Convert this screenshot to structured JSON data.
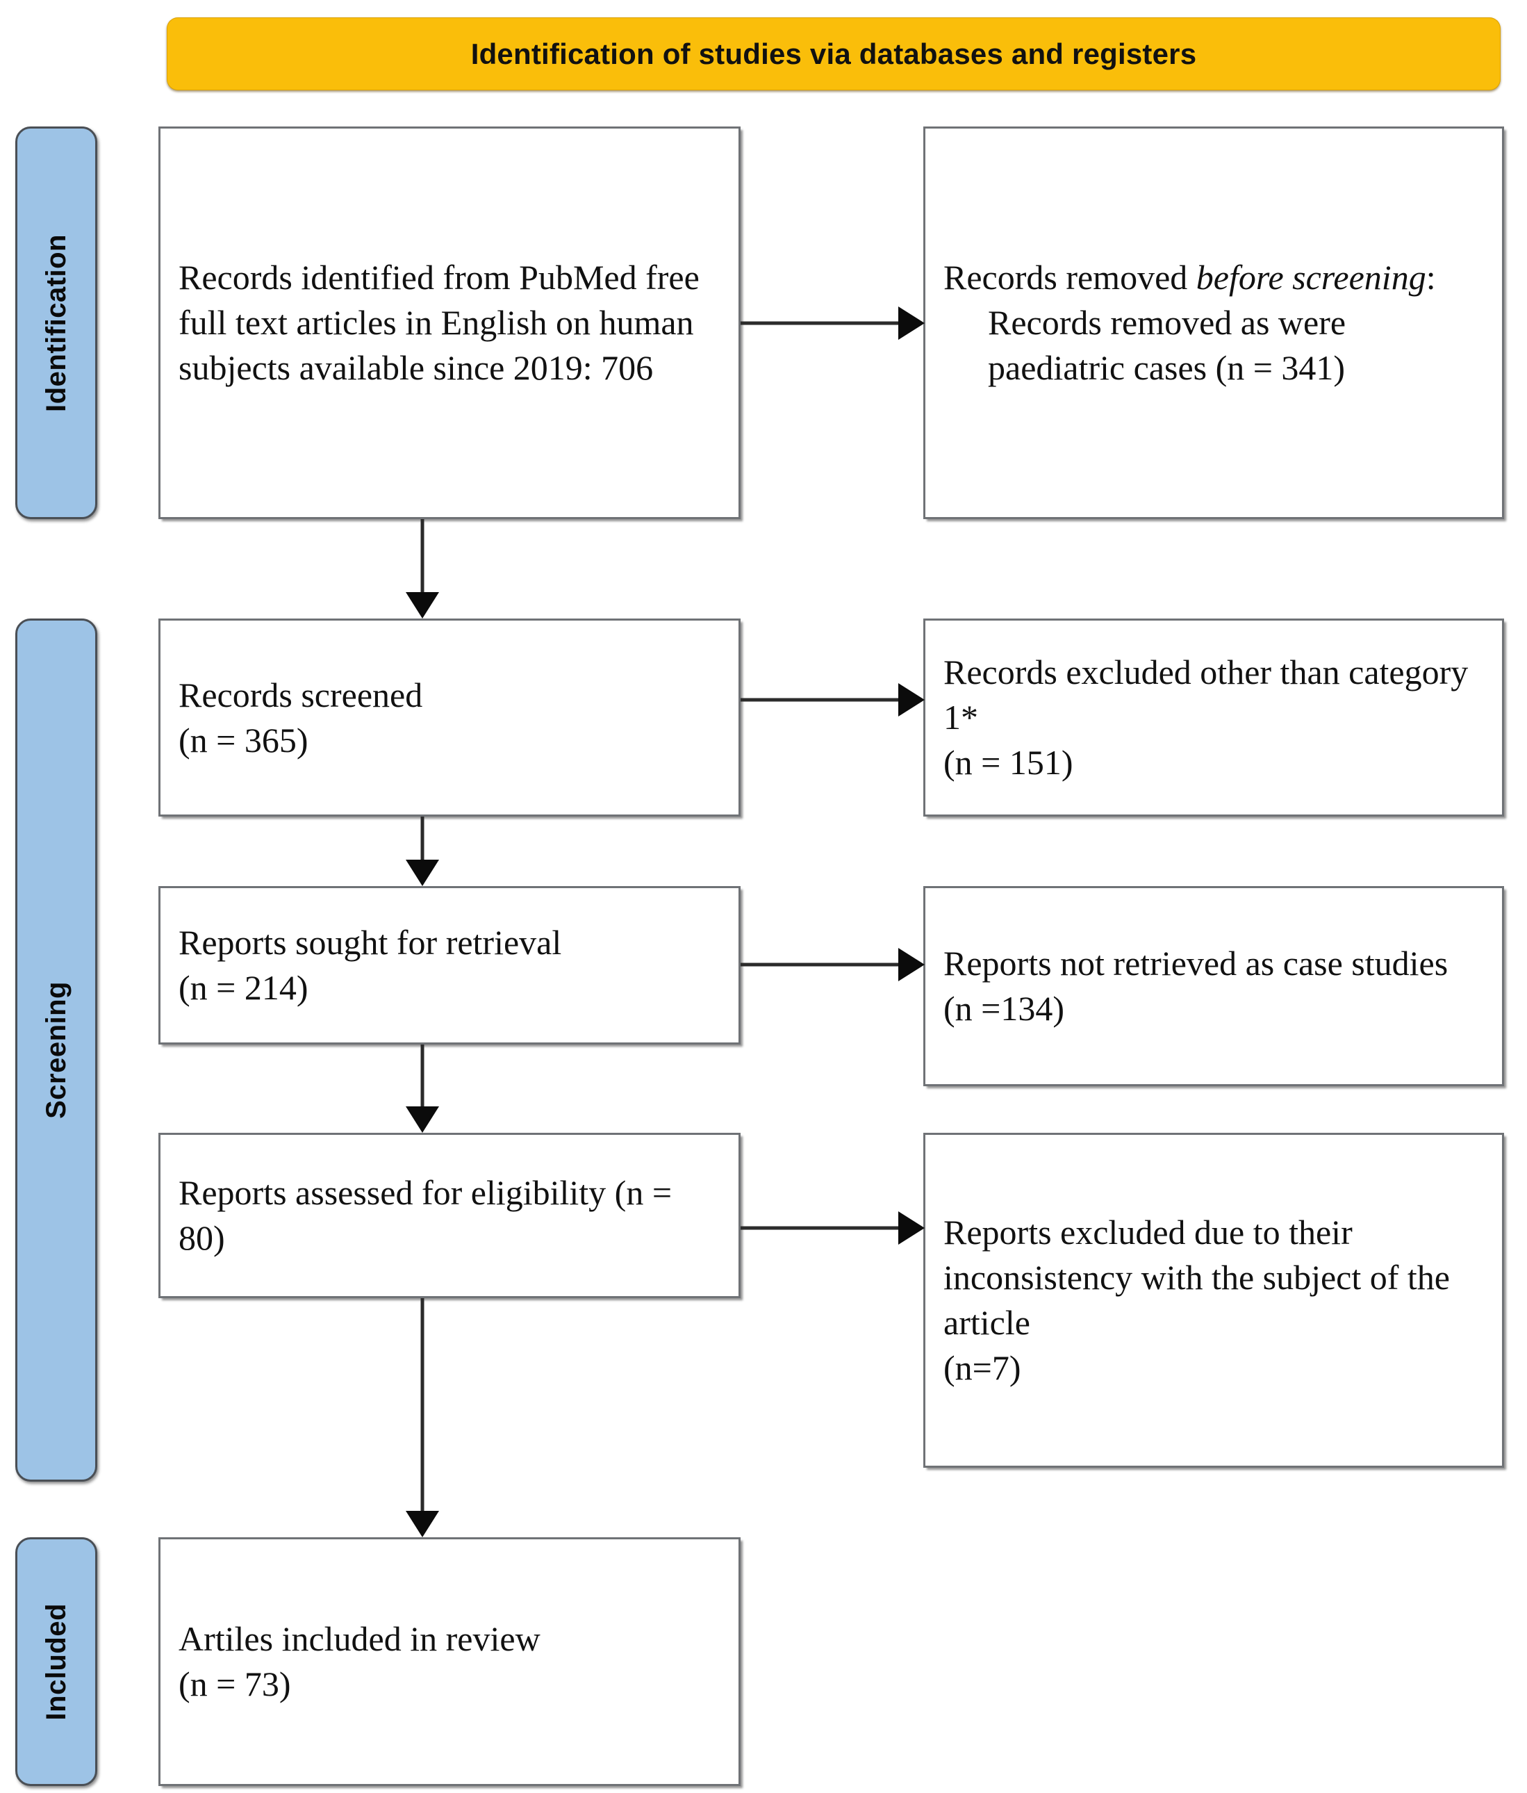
{
  "banner": {
    "title": "Identification of studies via databases and registers",
    "color": "#FABE0A"
  },
  "phases": {
    "color": "#9DC3E6",
    "identification": "Identification",
    "screening": "Screening",
    "included": "Included"
  },
  "nodes": {
    "identified": "Records identified from PubMed free full text articles in English on human subjects available since 2019: 706",
    "removed_before_line1": "Records removed ",
    "removed_before_italic": "before screening",
    "removed_before_colon": ":",
    "removed_before_detail": "Records removed as were paediatric cases (n = 341)",
    "screened": "Records screened\n(n = 365)",
    "excluded_category": "Records excluded other than category 1*\n(n = 151)",
    "sought": "Reports sought for retrieval\n(n = 214)",
    "not_retrieved": "Reports not retrieved as case studies\n(n =134)",
    "assessed": "Reports assessed for eligibility (n = 80)",
    "excluded_subject": "Reports excluded due to their inconsistency with the subject of the article\n(n=7)",
    "included": "Artiles included in review\n(n = 73)"
  },
  "flow": {
    "type": "prisma-flow",
    "counts": {
      "records_identified": 706,
      "records_removed_paediatric": 341,
      "records_screened": 365,
      "records_excluded_other_than_category_1": 151,
      "reports_sought_for_retrieval": 214,
      "reports_not_retrieved_case_studies": 134,
      "reports_assessed_for_eligibility": 80,
      "reports_excluded_inconsistent_subject": 7,
      "articles_included_in_review": 73
    }
  }
}
